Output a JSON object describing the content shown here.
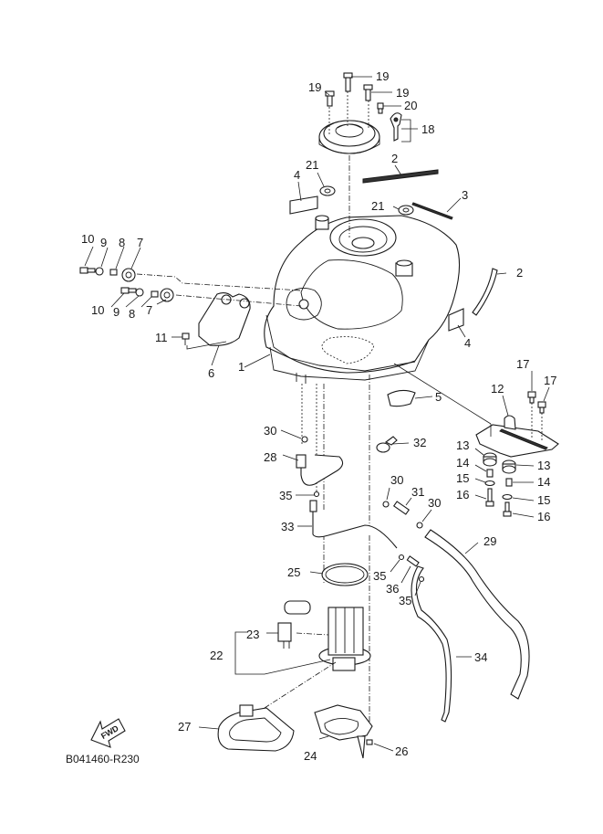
{
  "diagram": {
    "title": "Fuel tank exploded parts diagram",
    "reference_code": "B041460-R230",
    "direction_indicator": "FWD",
    "callouts": [
      {
        "id": "c1",
        "label": "1"
      },
      {
        "id": "c2a",
        "label": "2"
      },
      {
        "id": "c2b",
        "label": "2"
      },
      {
        "id": "c3",
        "label": "3"
      },
      {
        "id": "c4a",
        "label": "4"
      },
      {
        "id": "c4b",
        "label": "4"
      },
      {
        "id": "c5",
        "label": "5"
      },
      {
        "id": "c6",
        "label": "6"
      },
      {
        "id": "c7a",
        "label": "7"
      },
      {
        "id": "c7b",
        "label": "7"
      },
      {
        "id": "c8a",
        "label": "8"
      },
      {
        "id": "c8b",
        "label": "8"
      },
      {
        "id": "c9a",
        "label": "9"
      },
      {
        "id": "c9b",
        "label": "9"
      },
      {
        "id": "c10a",
        "label": "10"
      },
      {
        "id": "c10b",
        "label": "10"
      },
      {
        "id": "c11",
        "label": "11"
      },
      {
        "id": "c12",
        "label": "12"
      },
      {
        "id": "c13a",
        "label": "13"
      },
      {
        "id": "c13b",
        "label": "13"
      },
      {
        "id": "c14a",
        "label": "14"
      },
      {
        "id": "c14b",
        "label": "14"
      },
      {
        "id": "c15a",
        "label": "15"
      },
      {
        "id": "c15b",
        "label": "15"
      },
      {
        "id": "c16a",
        "label": "16"
      },
      {
        "id": "c16b",
        "label": "16"
      },
      {
        "id": "c17a",
        "label": "17"
      },
      {
        "id": "c17b",
        "label": "17"
      },
      {
        "id": "c18",
        "label": "18"
      },
      {
        "id": "c19a",
        "label": "19"
      },
      {
        "id": "c19b",
        "label": "19"
      },
      {
        "id": "c19c",
        "label": "19"
      },
      {
        "id": "c20",
        "label": "20"
      },
      {
        "id": "c21a",
        "label": "21"
      },
      {
        "id": "c21b",
        "label": "21"
      },
      {
        "id": "c22",
        "label": "22"
      },
      {
        "id": "c23",
        "label": "23"
      },
      {
        "id": "c24",
        "label": "24"
      },
      {
        "id": "c25",
        "label": "25"
      },
      {
        "id": "c26",
        "label": "26"
      },
      {
        "id": "c27",
        "label": "27"
      },
      {
        "id": "c28",
        "label": "28"
      },
      {
        "id": "c29",
        "label": "29"
      },
      {
        "id": "c30a",
        "label": "30"
      },
      {
        "id": "c30b",
        "label": "30"
      },
      {
        "id": "c30c",
        "label": "30"
      },
      {
        "id": "c31",
        "label": "31"
      },
      {
        "id": "c32",
        "label": "32"
      },
      {
        "id": "c33",
        "label": "33"
      },
      {
        "id": "c34",
        "label": "34"
      },
      {
        "id": "c35a",
        "label": "35"
      },
      {
        "id": "c35b",
        "label": "35"
      },
      {
        "id": "c35c",
        "label": "35"
      },
      {
        "id": "c36",
        "label": "36"
      }
    ]
  }
}
